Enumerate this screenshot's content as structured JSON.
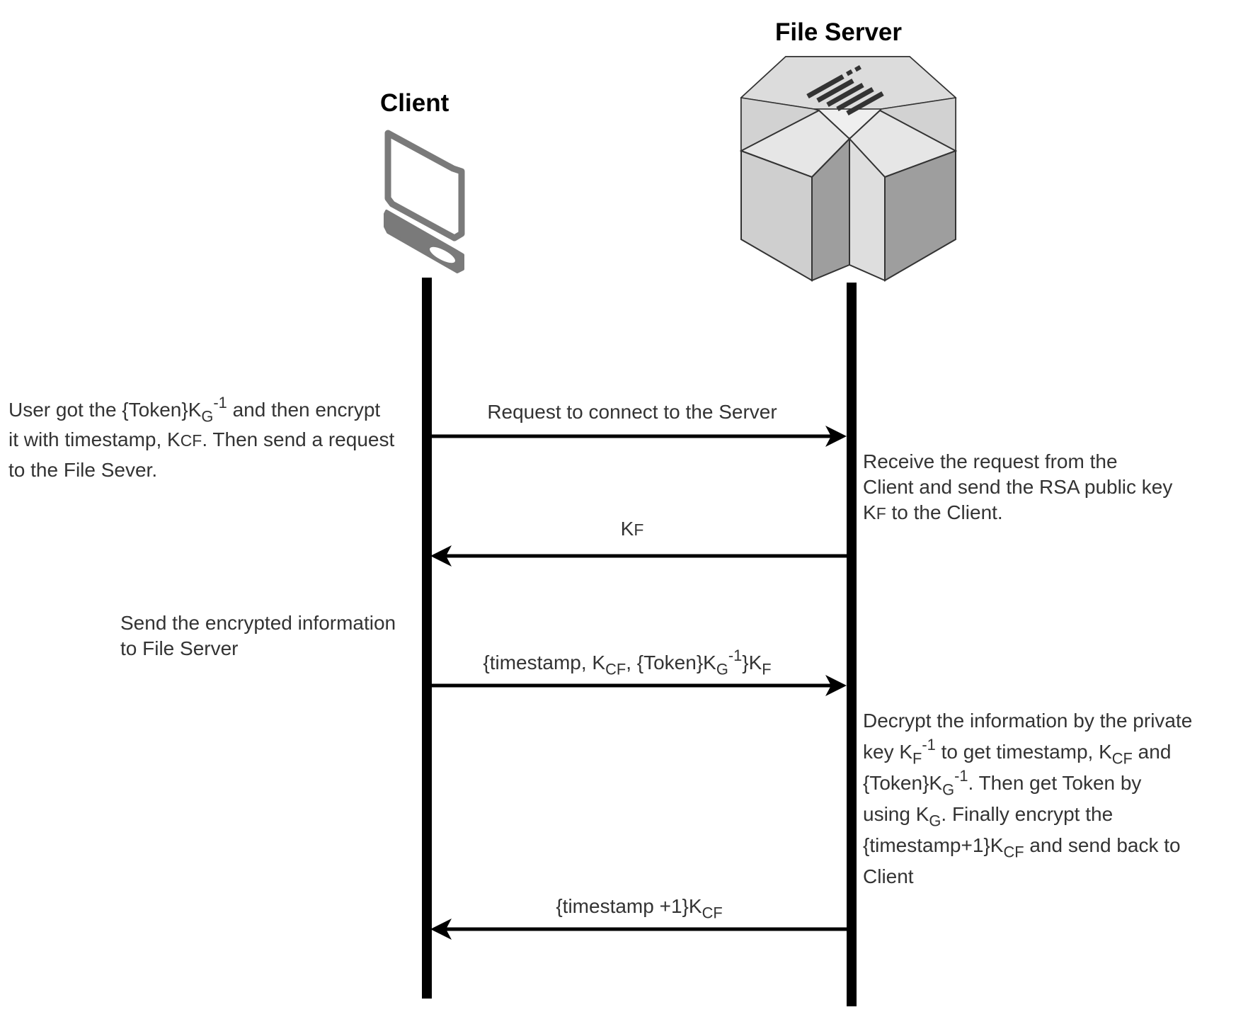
{
  "actors": {
    "client": {
      "title": "Client",
      "icon": "computer-icon"
    },
    "server": {
      "title": "File Server",
      "icon": "server-icon"
    }
  },
  "notes": {
    "client_note_1": {
      "line1": {
        "a": "User got the {Token}K",
        "b": "G",
        "c": "-1",
        "d": " and then encrypt"
      },
      "line2": {
        "a": "it with timestamp, K",
        "b": "CF",
        "c": ". Then send a request"
      },
      "line3": "to the File Sever."
    },
    "server_note_1": {
      "line1": "Receive the request from the",
      "line2": "Client and send the RSA public key",
      "line3": {
        "a": "K",
        "b": "F",
        "c": " to the Client."
      }
    },
    "client_note_2": {
      "line1": "Send the encrypted information",
      "line2": "to File Server"
    },
    "server_note_2": {
      "line1": "Decrypt the information by the private",
      "line2": {
        "a": "key K",
        "b": "F",
        "c": "-1",
        "d": " to get timestamp, K",
        "e": "CF",
        "f": " and"
      },
      "line3": {
        "a": "{Token}K",
        "b": "G",
        "c": "-1",
        "d": ". Then get Token by"
      },
      "line4": {
        "a": "using K",
        "b": "G",
        "c": ". Finally encrypt the"
      },
      "line5": {
        "a": "{timestamp+1}K",
        "b": "CF",
        "c": " and send back to"
      },
      "line6": "Client"
    }
  },
  "messages": {
    "m1": {
      "text": "Request to connect to the Server",
      "direction": "client-to-server"
    },
    "m2": {
      "a": "K",
      "b": "F",
      "direction": "server-to-client"
    },
    "m3": {
      "a": "{timestamp, K",
      "b": "CF",
      "c": ", {Token}K",
      "d": "G",
      "e": "-1",
      "f": "}K",
      "g": "F",
      "direction": "client-to-server"
    },
    "m4": {
      "a": "{timestamp +1}K",
      "b": "CF",
      "direction": "server-to-client"
    }
  }
}
